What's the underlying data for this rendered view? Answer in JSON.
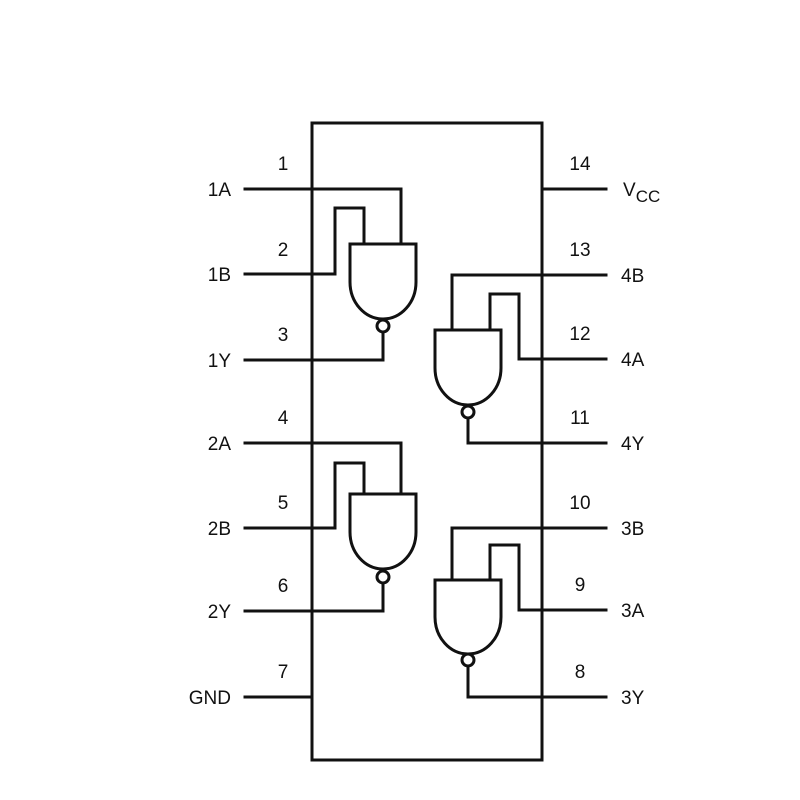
{
  "chip": {
    "left_pins": [
      {
        "number": "1",
        "label": "1A"
      },
      {
        "number": "2",
        "label": "1B"
      },
      {
        "number": "3",
        "label": "1Y"
      },
      {
        "number": "4",
        "label": "2A"
      },
      {
        "number": "5",
        "label": "2B"
      },
      {
        "number": "6",
        "label": "2Y"
      },
      {
        "number": "7",
        "label": "GND"
      }
    ],
    "right_pins": [
      {
        "number": "14",
        "label": "V",
        "subscript": "CC"
      },
      {
        "number": "13",
        "label": "4B"
      },
      {
        "number": "12",
        "label": "4A"
      },
      {
        "number": "11",
        "label": "4Y"
      },
      {
        "number": "10",
        "label": "3B"
      },
      {
        "number": "9",
        "label": "3A"
      },
      {
        "number": "8",
        "label": "3Y"
      }
    ],
    "gate_type": "nand",
    "gate_count": 4,
    "colors": {
      "line": "#111111",
      "background": "#ffffff"
    }
  }
}
